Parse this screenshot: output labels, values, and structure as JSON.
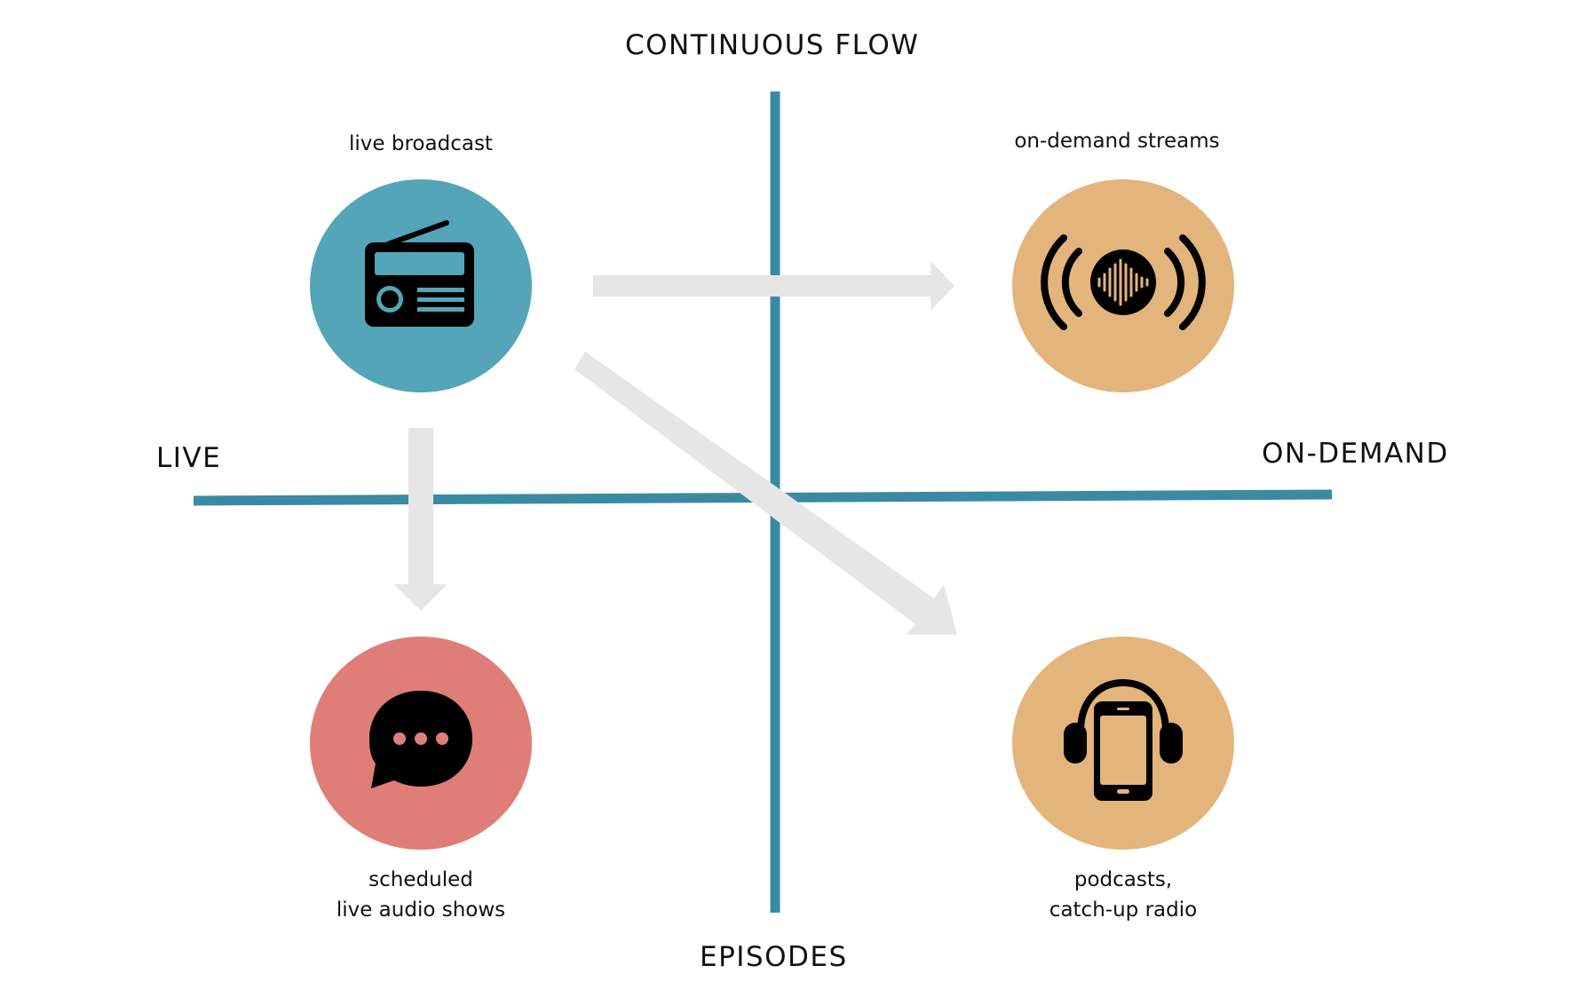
{
  "axes": {
    "top": "CONTINUOUS FLOW",
    "bottom": "EPISODES",
    "left": "LIVE",
    "right": "ON-DEMAND",
    "color": "#3a8aa3"
  },
  "nodes": {
    "live_broadcast": {
      "label": "live broadcast",
      "icon": "radio-icon",
      "color": "#54a5b7"
    },
    "on_demand_streams": {
      "label": "on-demand streams",
      "icon": "streaming-soundwave-icon",
      "color": "#e3b47b"
    },
    "scheduled_shows": {
      "line1": "scheduled",
      "line2": "live audio shows",
      "icon": "chat-bubble-icon",
      "color": "#df7e78"
    },
    "podcasts": {
      "line1": "podcasts,",
      "line2": "catch-up radio",
      "icon": "phone-headphones-icon",
      "color": "#e3b47b"
    }
  },
  "arrows": {
    "color": "#e6e6e6"
  }
}
